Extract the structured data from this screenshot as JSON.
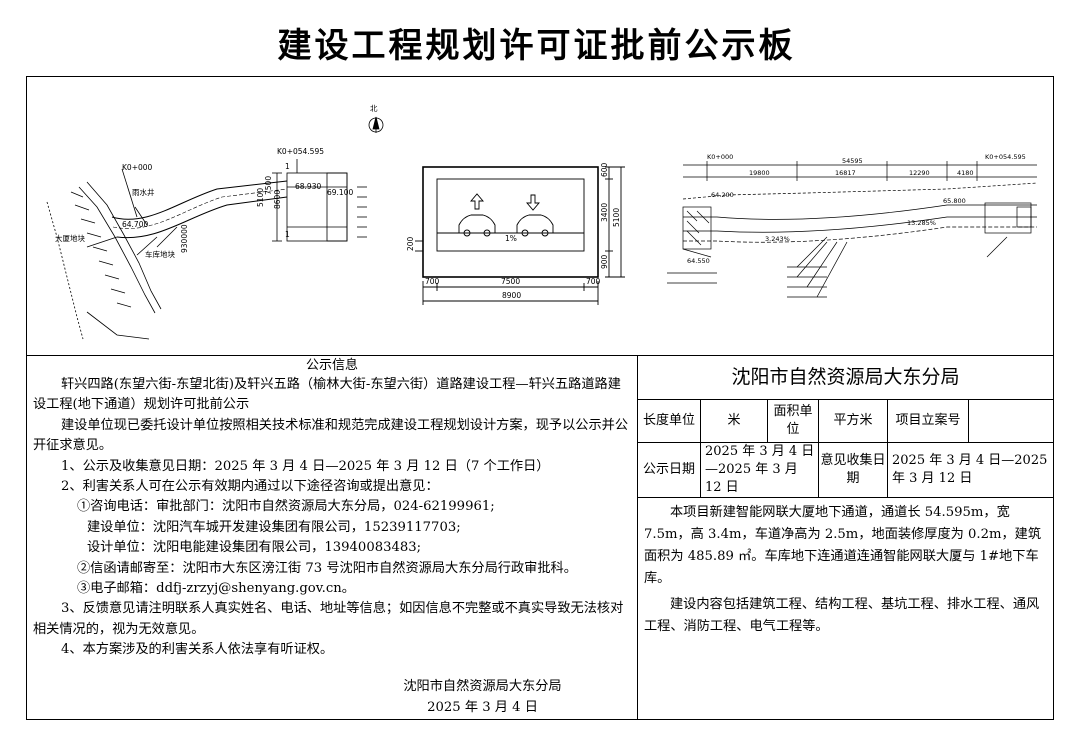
{
  "board": {
    "title": "建设工程规划许可证批前公示板"
  },
  "drawings": {
    "plan": {
      "north": "北",
      "station_start": "K0+000",
      "station_end": "K0+054.595",
      "note_intake": "雨水井",
      "elev_1": "68.930",
      "elev_2": "69.100",
      "elev_3": "64.700",
      "label_a": "大厦地块",
      "label_b": "车库地块",
      "num_1": "1",
      "num_2": "1",
      "dim_1": "5100",
      "dim_2": "7500",
      "dim_3": "8600",
      "dim_4": "930000"
    },
    "section": {
      "dim_left": "700",
      "dim_mid": "7500",
      "dim_right": "700",
      "dim_total": "8900",
      "dim_h1": "600",
      "dim_h2": "3400",
      "dim_h3": "900",
      "dim_h4": "5100",
      "dim_side": "200",
      "slope": "1%"
    },
    "profile": {
      "station_start": "K0+000",
      "station_end": "K0+054.595",
      "len_total": "54595",
      "len_1": "19800",
      "len_2": "16817",
      "len_3": "12290",
      "len_4": "4180",
      "elev_a": "64.200",
      "elev_b": "64.550",
      "elev_c": "65.800",
      "slope_1": "3.243%",
      "slope_2": "13.285%"
    }
  },
  "notice": {
    "heading": "公示信息",
    "project": "轩兴四路(东望六街-东望北街)及轩兴五路（榆林大街-东望六街）道路建设工程—轩兴五路道路建设工程(地下通道）规划许可批前公示",
    "intro": "建设单位现已委托设计单位按照相关技术标准和规范完成建设工程规划设计方案，现予以公示并公开征求意见。",
    "item1": "1、公示及收集意见日期：2025 年 3 月 4 日—2025 年 3 月 12 日（7 个工作日）",
    "item2": "2、利害关系人可在公示有效期内通过以下途径咨询或提出意见：",
    "phone": "①咨询电话：审批部门：沈阳市自然资源局大东分局，024-62199961;",
    "builder": "建设单位：沈阳汽车城开发建设集团有限公司，15239117703;",
    "designer": "设计单位：沈阳电能建设集团有限公司，13940083483;",
    "mail": "②信函请邮寄至：沈阳市大东区滂江街 73 号沈阳市自然资源局大东分局行政审批科。",
    "email": "③电子邮箱：ddfj-zrzyj@shenyang.gov.cn。",
    "item3": "3、反馈意见请注明联系人真实姓名、电话、地址等信息；如因信息不完整或不真实导致无法核对相关情况的，视为无效意见。",
    "item4": "4、本方案涉及的利害关系人依法享有听证权。",
    "sign_org": "沈阳市自然资源局大东分局",
    "sign_date": "2025 年 3 月 4 日"
  },
  "info": {
    "bureau": "沈阳市自然资源局大东分局",
    "length_unit_label": "长度单位",
    "length_unit": "米",
    "area_unit_label": "面积单位",
    "area_unit": "平方米",
    "project_no_label": "项目立案号",
    "project_no": "",
    "notice_date_label": "公示日期",
    "notice_date": "2025 年 3 月 4 日—2025 年 3 月 12 日",
    "collect_label": "意见收集日期",
    "collect_date": "2025 年 3 月 4 日—2025 年 3 月 12 日",
    "desc1": "本项目新建智能网联大厦地下通道，通道长 54.595m，宽 7.5m，高 3.4m，车道净高为 2.5m，地面装修厚度为 0.2m，建筑面积为 485.89 ㎡。车库地下连通道连通智能网联大厦与 1#地下车库。",
    "desc2": "建设内容包括建筑工程、结构工程、基坑工程、排水工程、通风工程、消防工程、电气工程等。"
  }
}
